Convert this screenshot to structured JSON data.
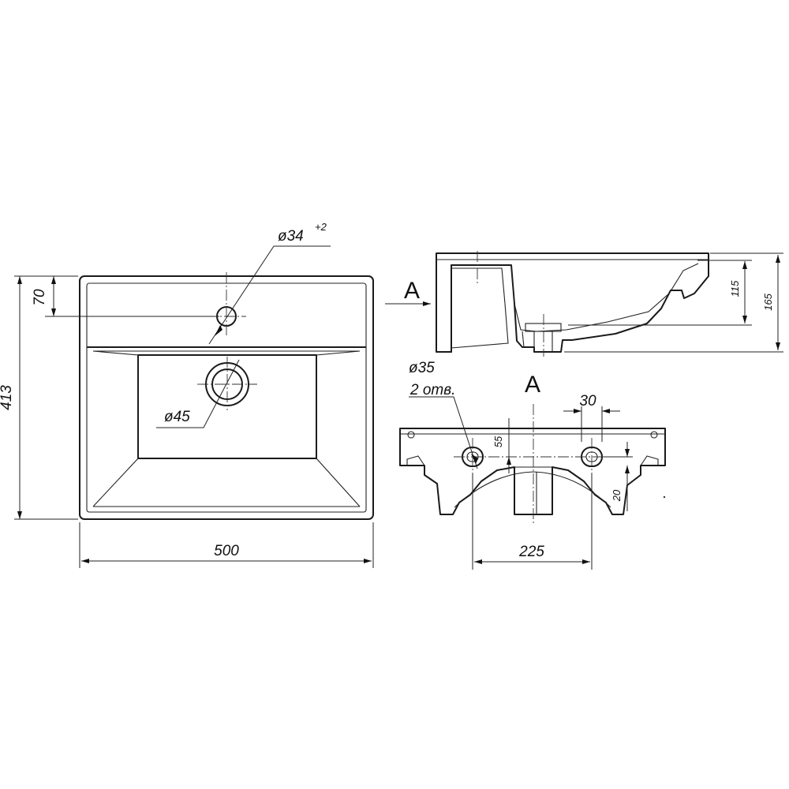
{
  "top_view": {
    "width_label": "500",
    "height_label": "413",
    "offset_label": "70",
    "tap_hole_label": "ø34",
    "tap_hole_tolerance": "+2",
    "drain_label": "ø45"
  },
  "side_view": {
    "view_marker": "A",
    "inner_depth_label": "115",
    "total_height_label": "165"
  },
  "view_a": {
    "title": "A",
    "hole_diameter_label": "ø35",
    "hole_count_label": "2 отв.",
    "hole_spacing_label": "225",
    "slot_width_label": "30",
    "vertical_offset_label": "55",
    "drop_label": "20"
  },
  "colors": {
    "line": "#1a1a1a",
    "background": "#ffffff"
  }
}
